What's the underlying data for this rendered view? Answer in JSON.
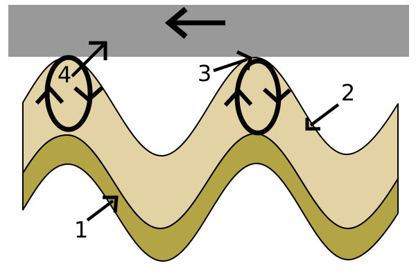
{
  "labels": {
    "point1": "1",
    "point2": "2",
    "point3": "3",
    "point4": "4"
  },
  "colors": {
    "top_bar": "#999999",
    "upper_band": "#E3D2A4",
    "lower_band": "#B3A445",
    "outline": "#000000",
    "background": "#FFFFFF"
  },
  "icons": {
    "bar_arrow": "left-arrow",
    "orbital_left_side": "up-chevron",
    "orbital_right_side": "down-chevron",
    "orbital_rotation": "clockwise",
    "leader_1": "up-right-arrow",
    "leader_2": "down-left-arrow",
    "leader_3": "up-right-arrow",
    "leader_4": "up-right-arrow"
  }
}
